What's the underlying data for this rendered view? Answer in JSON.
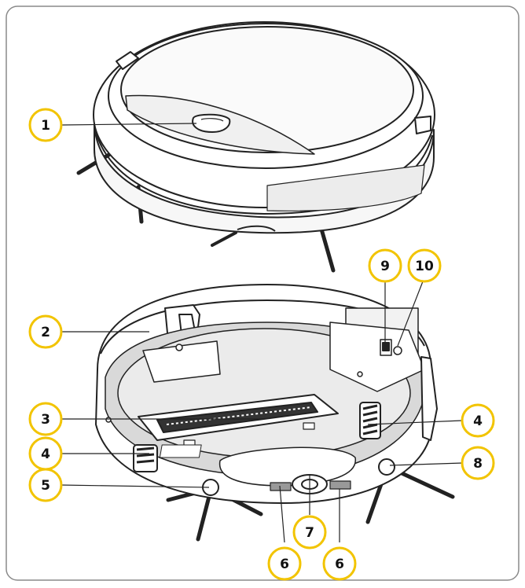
{
  "colors": {
    "accent": "#f2c400",
    "outline": "#222222",
    "frame": "#8a8a8a",
    "body_fill": "#ffffff",
    "shade": "#e6e6e6"
  },
  "callouts": [
    {
      "id": "c1",
      "label": "1"
    },
    {
      "id": "c2",
      "label": "2"
    },
    {
      "id": "c3",
      "label": "3"
    },
    {
      "id": "c4a",
      "label": "4"
    },
    {
      "id": "c4b",
      "label": "4"
    },
    {
      "id": "c5",
      "label": "5"
    },
    {
      "id": "c6a",
      "label": "6"
    },
    {
      "id": "c6b",
      "label": "6"
    },
    {
      "id": "c7",
      "label": "7"
    },
    {
      "id": "c8",
      "label": "8"
    },
    {
      "id": "c9",
      "label": "9"
    },
    {
      "id": "c10",
      "label": "10"
    }
  ]
}
